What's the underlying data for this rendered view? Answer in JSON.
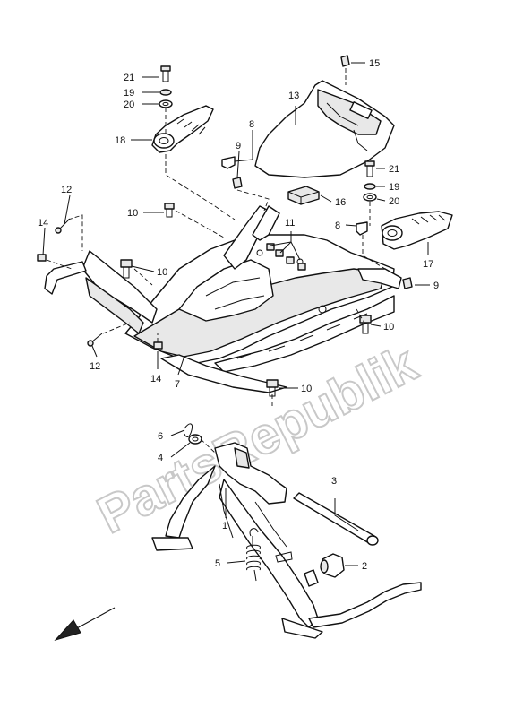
{
  "watermark": "PartsRepublik",
  "callouts": {
    "c1": "1",
    "c2": "2",
    "c3": "3",
    "c4": "4",
    "c5": "5",
    "c6": "6",
    "c7": "7",
    "c8a": "8",
    "c8b": "8",
    "c9a": "9",
    "c9b": "9",
    "c10a": "10",
    "c10b": "10",
    "c10c": "10",
    "c10d": "10",
    "c11": "11",
    "c12a": "12",
    "c12b": "12",
    "c13": "13",
    "c14a": "14",
    "c14b": "14",
    "c15": "15",
    "c16": "16",
    "c17": "17",
    "c18": "18",
    "c19a": "19",
    "c19b": "19",
    "c20a": "20",
    "c20b": "20",
    "c21a": "21",
    "c21b": "21"
  },
  "direction_arrow_icon": "front-direction-arrow"
}
